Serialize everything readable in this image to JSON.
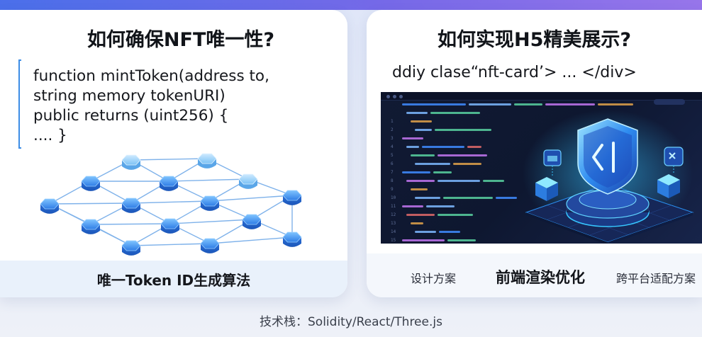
{
  "left_card": {
    "title": "如何确保NFT唯一性?",
    "code_lines": [
      "function mintToken(address to,",
      "string memory tokenURI)",
      "public returns (uint256) {",
      ".... }"
    ],
    "footer": "唯一Token ID生成算法"
  },
  "right_card": {
    "title": "如何实现H5精美展示?",
    "code": "ddiy clase“nft-card’> ... </div>",
    "footer": {
      "left": "设计方案",
      "center": "前端渲染优化",
      "right": "跨平台适配方案"
    }
  },
  "tech_stack": "技术栈：Solidity/React/Three.js",
  "colors": {
    "accent": "#3d8de6",
    "node": "#2e7be8",
    "editor_bg": "#111a33",
    "glow": "#36c6ff"
  },
  "icons": [
    "bracket-icon",
    "network-graph-icon",
    "shield-token-icon"
  ]
}
